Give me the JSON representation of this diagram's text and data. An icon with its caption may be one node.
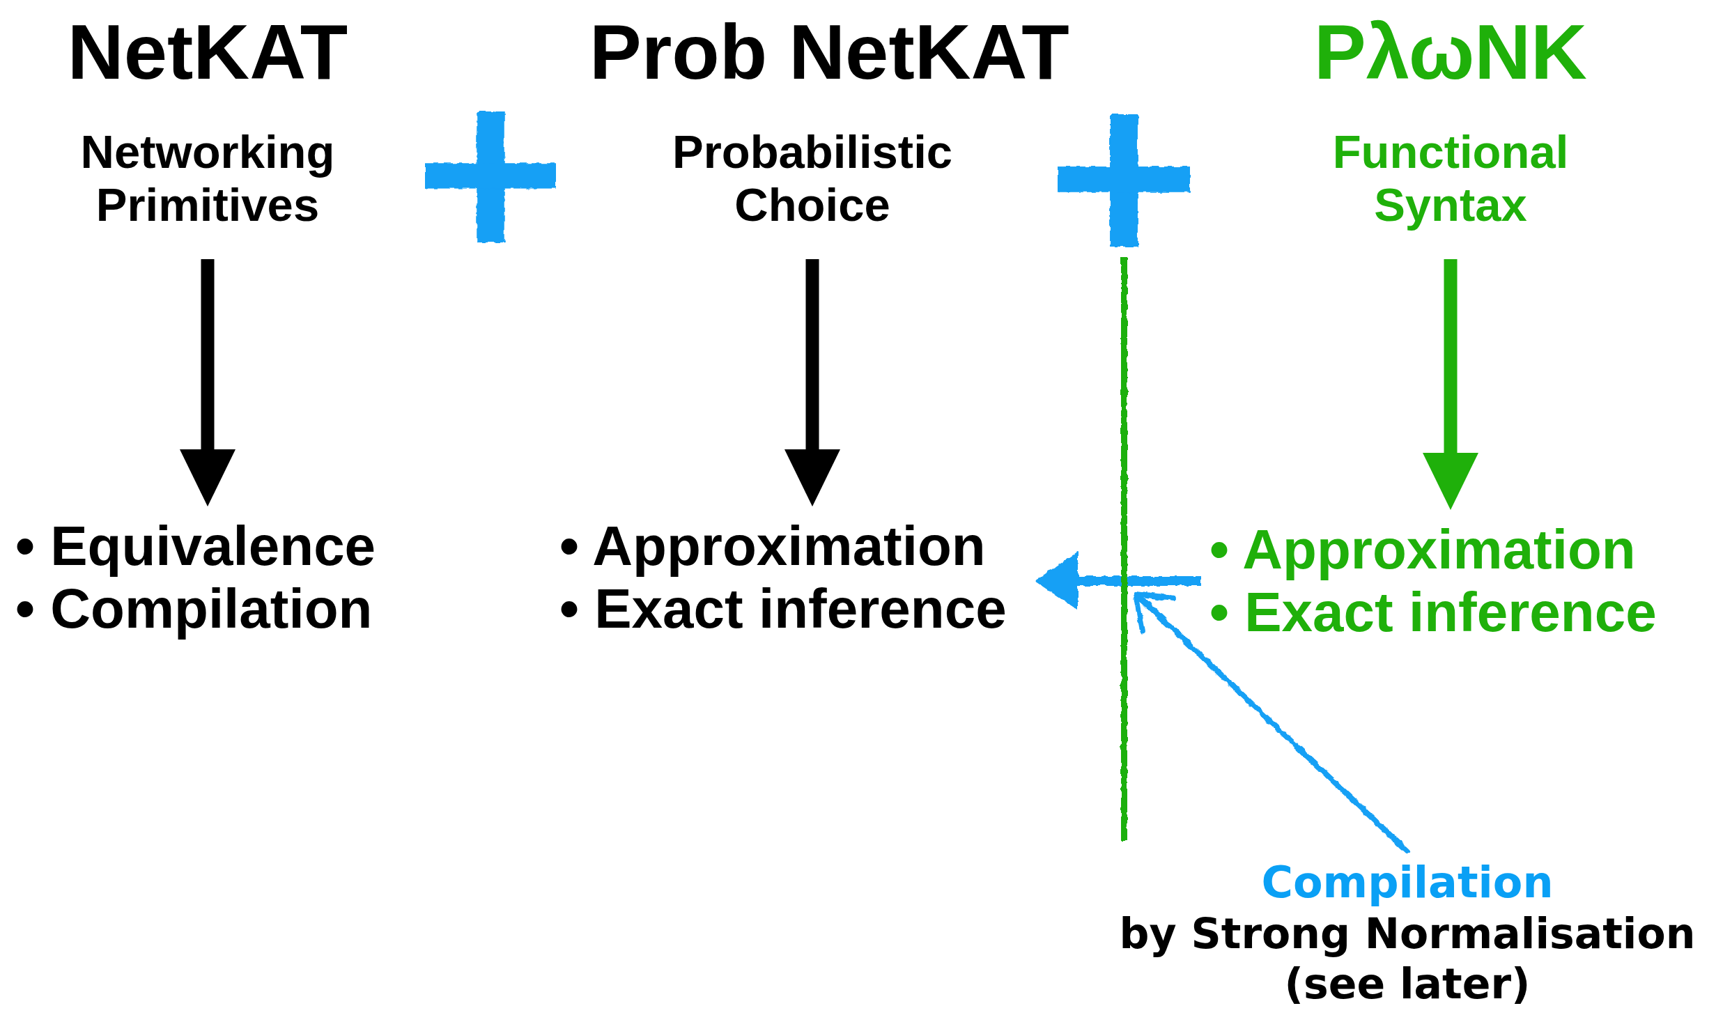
{
  "diagram": {
    "nodes": [
      {
        "text": [
          "NetKAT",
          "Networking Primitives"
        ]
      },
      {
        "text": [
          "Prob NetKAT",
          "Probabilistic Choice"
        ]
      },
      {
        "text": [
          "PλωNK",
          "Functional Syntax"
        ]
      },
      {
        "text": [
          "• Equivalence",
          "• Compilation"
        ]
      },
      {
        "text": [
          "• Approximation",
          "• Exact inference"
        ]
      },
      {
        "text": [
          "• Approximation",
          "• Exact inference"
        ]
      },
      {
        "text": [
          "Compilation",
          "by Strong Normalisation (see later)"
        ]
      }
    ],
    "edges": [
      {
        "from": 0,
        "to": 3,
        "arrow": "to"
      },
      {
        "from": 1,
        "to": 4,
        "arrow": "to"
      },
      {
        "from": 2,
        "to": 5,
        "arrow": "to",
        "color": "#1fb00a"
      },
      {
        "from": 5,
        "to": 4,
        "arrow": "to",
        "color": "#16a0f5"
      },
      {
        "from": 6,
        "to": null,
        "arrow": "to",
        "color": "#16a0f5"
      }
    ]
  }
}
